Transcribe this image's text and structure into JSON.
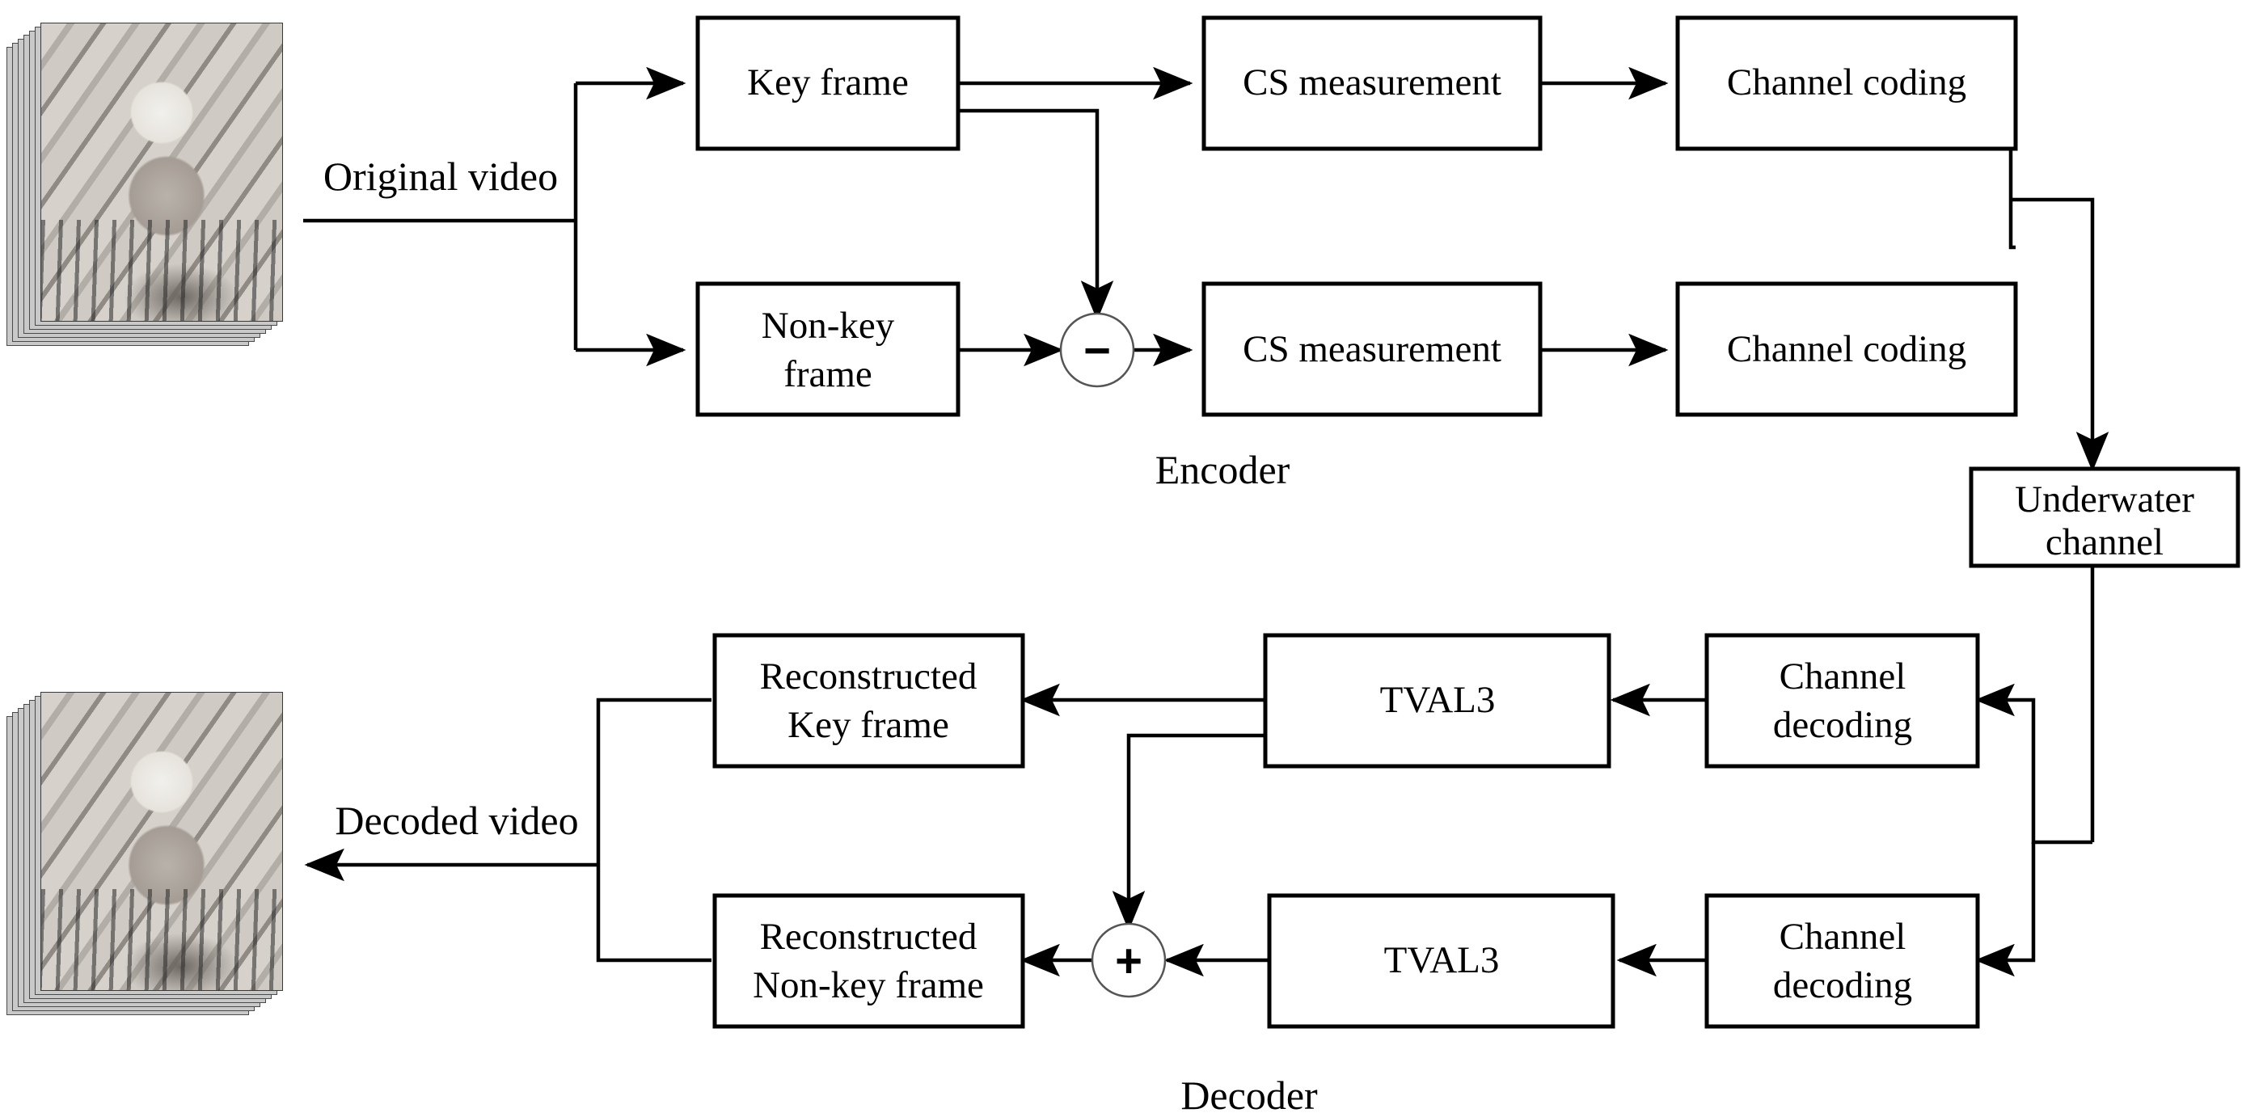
{
  "figure": {
    "type": "block-diagram",
    "description": "Distributed compressive-sensing underwater video transmission block diagram"
  },
  "labels": {
    "original_video": "Original video",
    "decoded_video": "Decoded video",
    "encoder_caption": "Encoder",
    "decoder_caption": "Decoder"
  },
  "encoder": {
    "key_frame": "Key frame",
    "non_key_frame_line1": "Non-key",
    "non_key_frame_line2": "frame",
    "cs_measurement_top": "CS measurement",
    "cs_measurement_bottom": "CS measurement",
    "channel_coding_top": "Channel coding",
    "channel_coding_bottom": "Channel coding",
    "subtract_symbol": "−"
  },
  "channel": {
    "line1": "Underwater",
    "line2": "channel"
  },
  "decoder": {
    "channel_decoding_top_line1": "Channel",
    "channel_decoding_top_line2": "decoding",
    "channel_decoding_bottom_line1": "Channel",
    "channel_decoding_bottom_line2": "decoding",
    "tval3_top": "TVAL3",
    "tval3_bottom": "TVAL3",
    "reconstructed_key_line1": "Reconstructed",
    "reconstructed_key_line2": "Key frame",
    "reconstructed_nonkey_line1": "Reconstructed",
    "reconstructed_nonkey_line2": "Non-key frame",
    "add_symbol": "+"
  },
  "media": {
    "original_video_stack_alt": "grayscale foreman video frame stack",
    "decoded_video_stack_alt": "grayscale decoded foreman video frame stack"
  },
  "colors": {
    "stroke": "#000000",
    "background": "#ffffff",
    "node_stroke": "#555555"
  }
}
